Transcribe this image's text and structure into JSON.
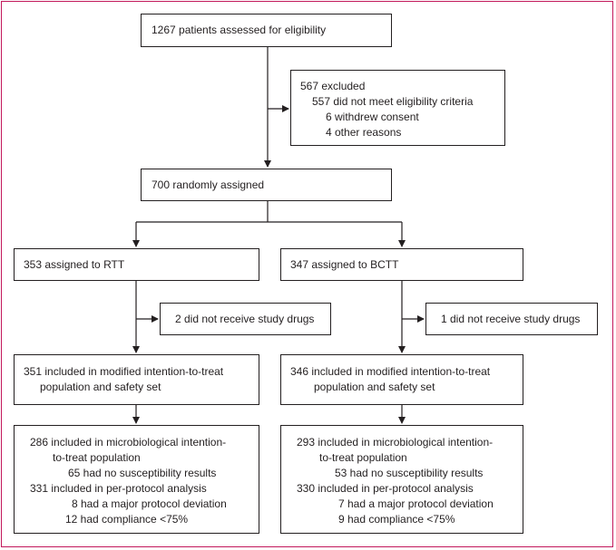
{
  "assessed": {
    "text": "1267 patients assessed for eligibility"
  },
  "excluded": {
    "title": "567 excluded",
    "reasons": [
      "557 did not meet eligibility criteria",
      "6 withdrew consent",
      "4 other reasons"
    ]
  },
  "randomised": {
    "text": "700 randomly assigned"
  },
  "arms": [
    {
      "assigned": "353 assigned to RTT",
      "no_drug": "2 did not receive study drugs",
      "mitt": [
        "351 included in modified intention-to-treat",
        "population and safety set"
      ],
      "micro": [
        "286 included in microbiological intention-",
        "to-treat population",
        "65 had no susceptibility results",
        "331 included in per-protocol analysis",
        "8 had a major protocol deviation",
        "12 had compliance <75%"
      ]
    },
    {
      "assigned": "347 assigned to BCTT",
      "no_drug": "1 did not receive study drugs",
      "mitt": [
        "346 included in modified intention-to-treat",
        "population and safety set"
      ],
      "micro": [
        "293 included in microbiological intention-",
        "to-treat population",
        "53 had no susceptibility results",
        "330 included in per-protocol analysis",
        "7 had a major protocol deviation",
        "9 had compliance <75%"
      ]
    }
  ]
}
